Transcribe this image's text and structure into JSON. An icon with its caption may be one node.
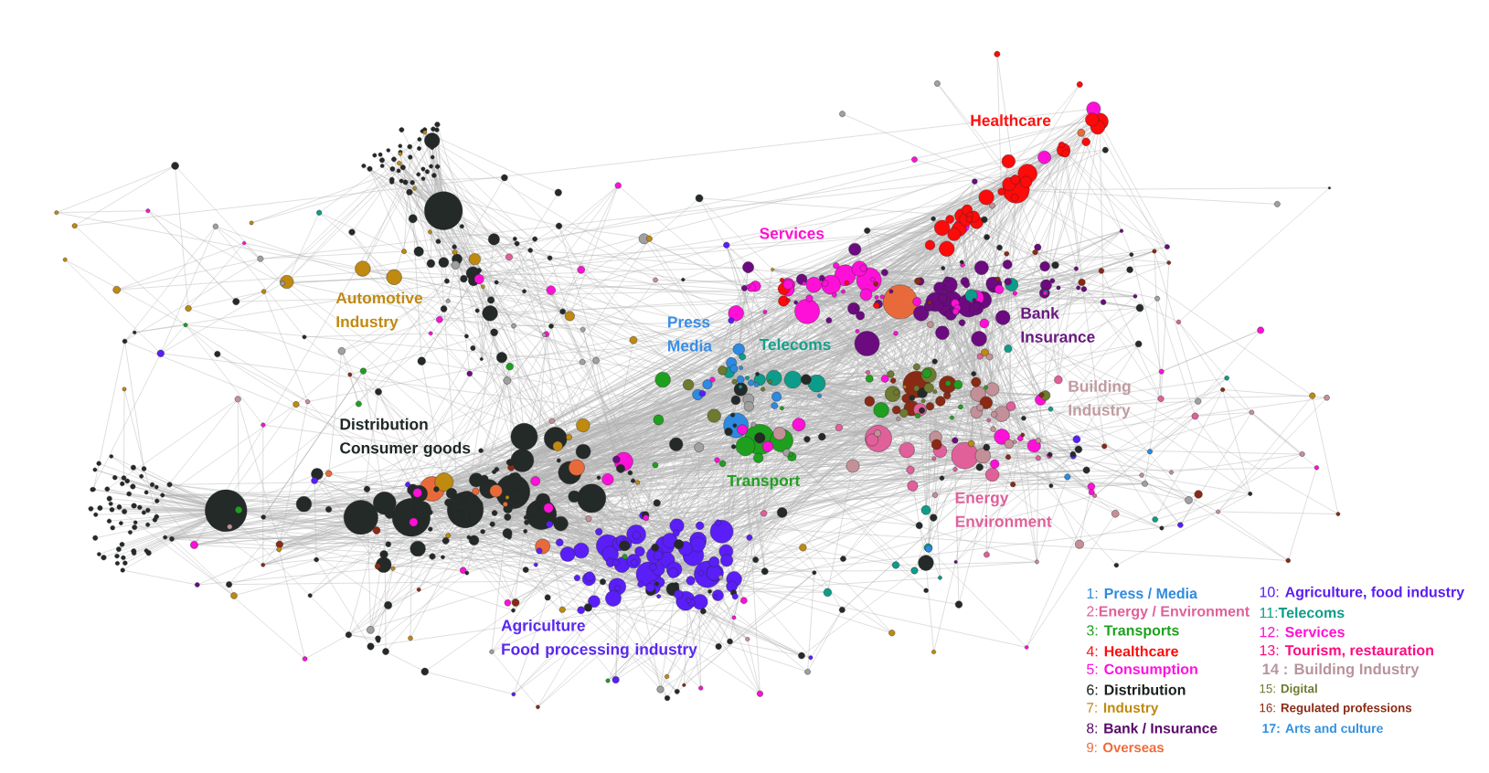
{
  "diagram": {
    "labels": [
      "Healthcare",
      "Services",
      "Automotive Industry",
      "Bank Insurance",
      "Press Media",
      "Telecoms",
      "Building Industry",
      "Distribution Consumer goods",
      "Transport",
      "Energy Environment",
      "Agriculture Food processing industry"
    ],
    "legend": [
      {
        "text": "1: **Press / Media**",
        "color": "#2e8ae0"
      },
      {
        "text": "2:**Energy / Environment**",
        "color": "#e0609a"
      },
      {
        "text": "3: **Transports**",
        "color": "#1ea01e"
      },
      {
        "text": "4: **Healthcare**",
        "color": "#ff0a0a"
      },
      {
        "text": "5: **Consumption**",
        "color": "#ff10e0"
      },
      {
        "text": "6: **Distribution**",
        "color": "#1a1f1e"
      },
      {
        "text": "7: **Industry**",
        "color": "#c08a10"
      },
      {
        "text": "8: **Bank / Insurance**",
        "color": "#5a0a6a"
      },
      {
        "text": "9: **Overseas**",
        "color": "#f06a3a"
      },
      {
        "text": "10: **Agriculture, food industry**",
        "color": "#5a1ef0"
      },
      {
        "text": "11:**Telecoms**",
        "color": "#0e9c8a"
      },
      {
        "text": "12: **Services**",
        "color": "#ff10d0"
      },
      {
        "text": "13: **Tourism, restauration**",
        "color": "#ff0a80"
      },
      {
        "text": "14 : Building Industry",
        "color": "#b8949c"
      },
      {
        "text": "15: **Digital**",
        "color": "#6e7a30"
      },
      {
        "text": "16: **Regulated professions**",
        "color": "#8a2a14"
      },
      {
        "text": "17: Arts and culture",
        "color": "#3090e0"
      }
    ]
  }
}
